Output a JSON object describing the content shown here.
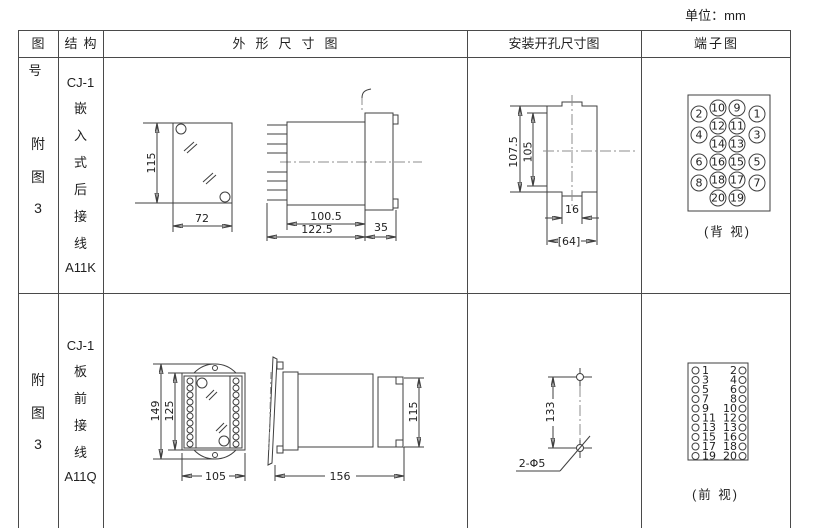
{
  "unit_label": "单位：mm",
  "headers": {
    "figure": "图号",
    "structure": "结构",
    "outline": "外形尺寸图",
    "install": "安装开孔尺寸图",
    "terminal": "端子图"
  },
  "rows": [
    {
      "figure_chars": [
        "附",
        "图",
        "3"
      ],
      "structure_lines": [
        "CJ-1",
        "嵌",
        "入",
        "式",
        "后",
        "接",
        "线",
        "A11K"
      ],
      "outline": {
        "front_height": "115",
        "front_width": "72",
        "body_depth": "100.5",
        "total_depth": "122.5",
        "flange_depth": "35"
      },
      "install": {
        "outer_height": "107.5",
        "inner_height": "105",
        "notch_width": "16",
        "opening_width": "[64]"
      },
      "terminal": {
        "view_label": "(背 视)",
        "outer_left": [
          "2",
          "4",
          "6",
          "8"
        ],
        "inner_left": [
          "10",
          "12",
          "14",
          "16",
          "18",
          "20"
        ],
        "inner_right": [
          "9",
          "11",
          "13",
          "15",
          "17",
          "19"
        ],
        "outer_right": [
          "1",
          "3",
          "5",
          "7"
        ]
      }
    },
    {
      "figure_chars": [
        "附",
        "图",
        "3"
      ],
      "structure_lines": [
        "CJ-1",
        "板",
        "前",
        "接",
        "线",
        "A11Q"
      ],
      "outline": {
        "overall_height": "149",
        "body_height": "125",
        "width": "105",
        "depth": "156",
        "side_height": "115"
      },
      "install": {
        "hole_spacing": "133",
        "hole_note": "2-Φ5"
      },
      "terminal": {
        "view_label": "(前 视)",
        "left": [
          "1",
          "3",
          "5",
          "7",
          "9",
          "11",
          "13",
          "15",
          "17",
          "19"
        ],
        "right": [
          "2",
          "4",
          "6",
          "8",
          "10",
          "12",
          "13",
          "16",
          "18",
          "20"
        ]
      }
    }
  ],
  "colors": {
    "drawing_line": "#3f3f3f",
    "centerline": "#8c8c8c",
    "table_border": "#4a4a4a",
    "text": "#1f1f1f",
    "background": "#ffffff"
  }
}
